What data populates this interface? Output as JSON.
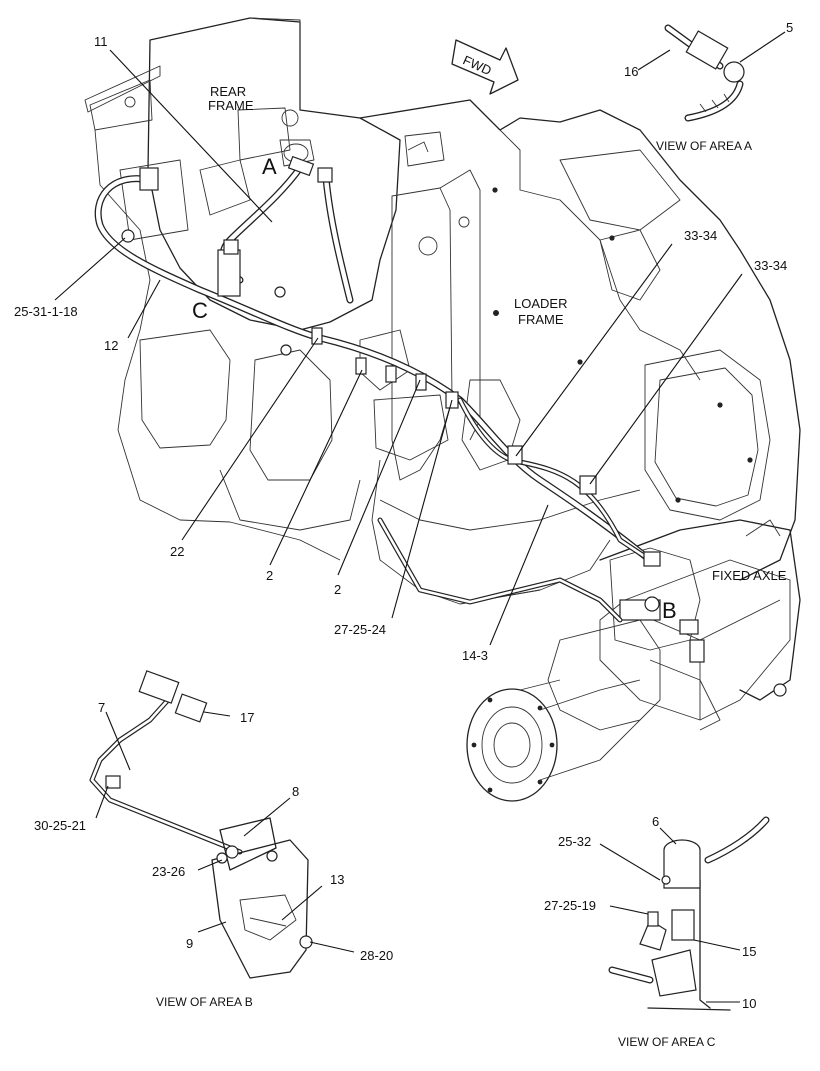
{
  "areas": {
    "rear_frame": "REAR\nFRAME",
    "loader_frame": "LOADER\nFRAME",
    "fixed_axle": "FIXED AXLE",
    "fwd": "FWD",
    "a": "A",
    "b": "B",
    "c": "C"
  },
  "captions": {
    "view_a": "VIEW OF AREA A",
    "view_b": "VIEW OF AREA B",
    "view_c": "VIEW OF AREA C"
  },
  "callouts": {
    "c11": "11",
    "c25_31_1_18": "25-31-1-18",
    "c12": "12",
    "c22": "22",
    "c2a": "2",
    "c2b": "2",
    "c27_25_24": "27-25-24",
    "c14_3": "14-3",
    "c33_34a": "33-34",
    "c33_34b": "33-34",
    "c5": "5",
    "c16": "16",
    "c7": "7",
    "c17": "17",
    "c30_25_21": "30-25-21",
    "c8": "8",
    "c23_26": "23-26",
    "c13": "13",
    "c9": "9",
    "c28_20": "28-20",
    "c6": "6",
    "c25_32": "25-32",
    "c27_25_19": "27-25-19",
    "c15": "15",
    "c10": "10"
  }
}
